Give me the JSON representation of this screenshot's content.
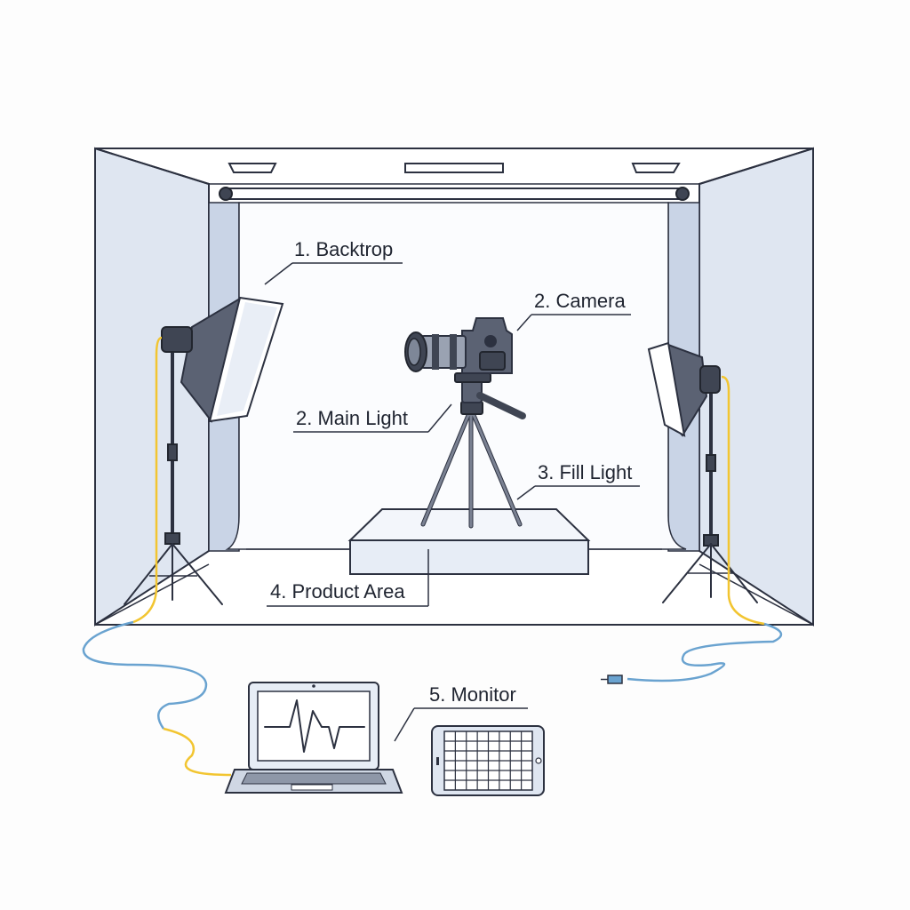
{
  "labels": {
    "backdrop": "1. Backtrop",
    "camera": "2. Camera",
    "main_light": "2. Main Light",
    "fill_light": "3. Fill Light",
    "product_area": "4. Product Area",
    "monitor": "5. Monitor"
  },
  "colors": {
    "line": "#2c3140",
    "wall": "#dfe6f1",
    "metal": "#5b6273",
    "cable_yellow": "#f2c531",
    "cable_blue": "#6aa3d0"
  }
}
